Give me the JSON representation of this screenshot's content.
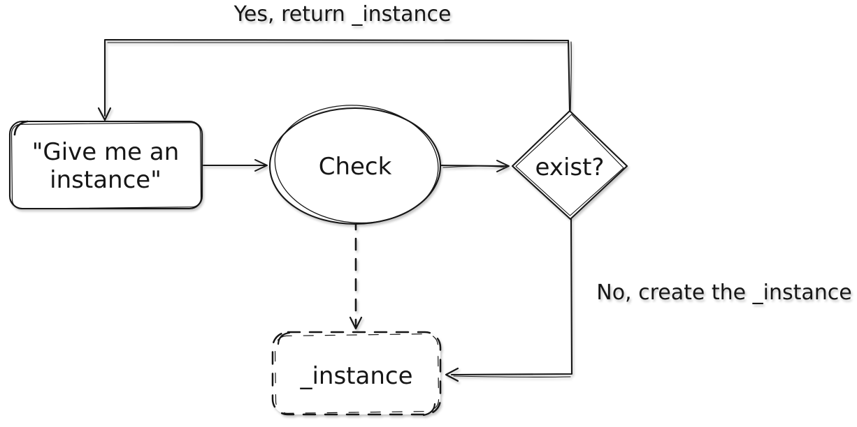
{
  "diagram": {
    "background": "#ffffff",
    "stroke_color": "#161616",
    "nodes": {
      "request": {
        "shape": "rounded-rectangle",
        "lines": [
          "\"Give me an",
          "instance\""
        ]
      },
      "check": {
        "shape": "ellipse",
        "label": "Check"
      },
      "exist": {
        "shape": "diamond",
        "label": "exist?"
      },
      "instance": {
        "shape": "dashed-rounded-rectangle",
        "label": "_instance"
      }
    },
    "edge_labels": {
      "yes": "Yes, return _instance",
      "no": "No, create the _instance"
    }
  }
}
